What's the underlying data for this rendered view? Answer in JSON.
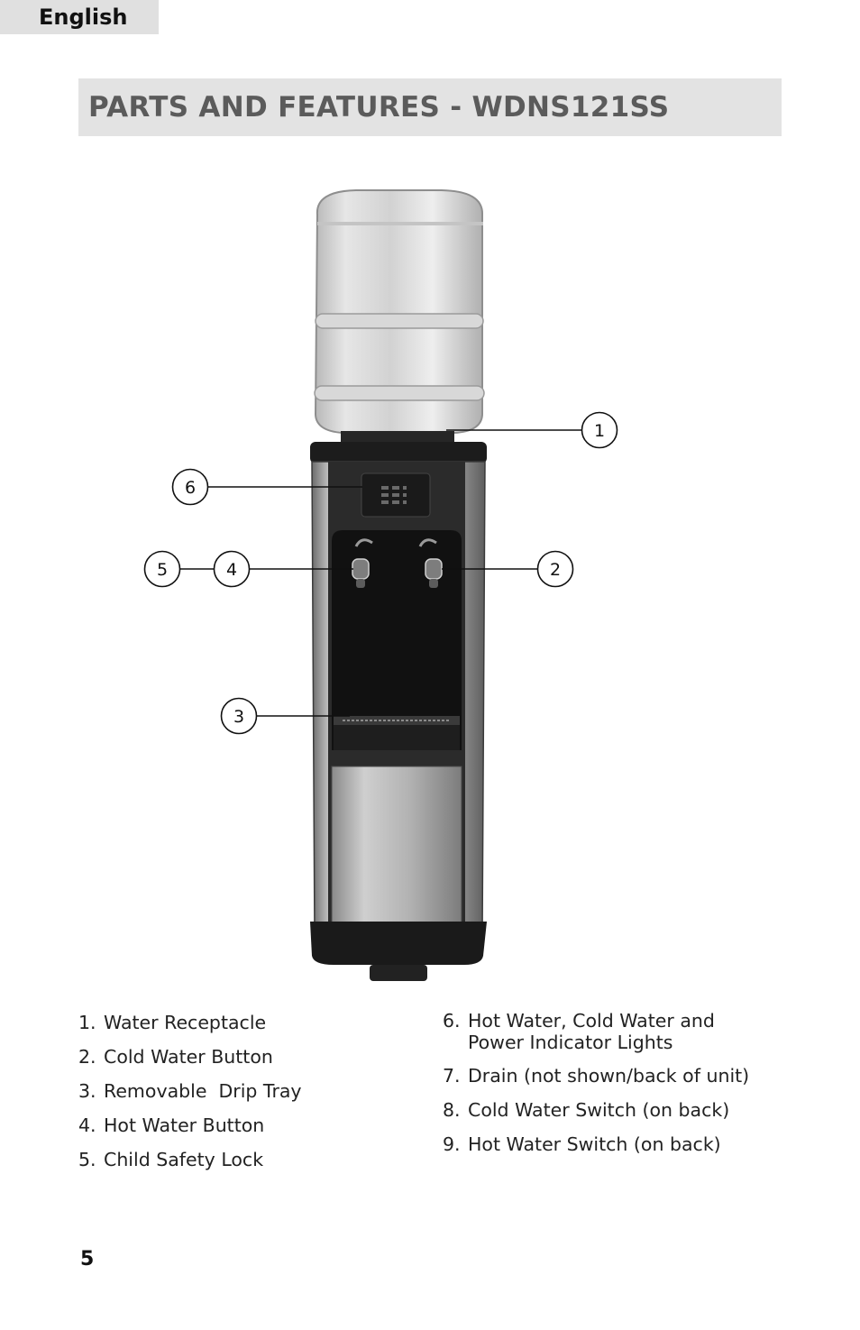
{
  "header": {
    "language": "English"
  },
  "title": "PARTS AND FEATURES - WDNS121SS",
  "callouts": [
    "1",
    "2",
    "3",
    "4",
    "5",
    "6"
  ],
  "parts_left": [
    {
      "num": "1.",
      "label": "Water Receptacle"
    },
    {
      "num": "2.",
      "label": "Cold Water Button"
    },
    {
      "num": "3.",
      "label": "Removable  Drip Tray"
    },
    {
      "num": "4.",
      "label": "Hot Water Button"
    },
    {
      "num": "5.",
      "label": "Child Safety Lock"
    }
  ],
  "parts_right": [
    {
      "num": "6.",
      "label": "Hot Water, Cold Water and Power Indicator Lights"
    },
    {
      "num": "7.",
      "label": "Drain (not shown/back of unit)"
    },
    {
      "num": "8.",
      "label": "Cold Water Switch (on back)"
    },
    {
      "num": "9.",
      "label": "Hot Water Switch (on back)"
    }
  ],
  "footer": {
    "page_number": "5"
  }
}
